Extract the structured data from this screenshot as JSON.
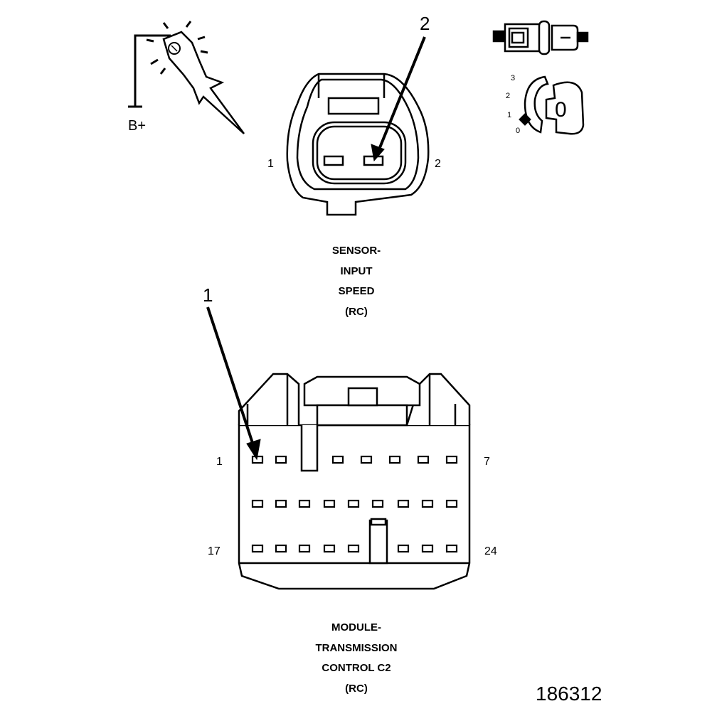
{
  "probe_icon": {
    "name": "test-light-probe-icon",
    "label": "B+"
  },
  "ignition_icons": {
    "connector_name": "disconnect-connector-icon",
    "key_name": "ignition-key-switch-icon",
    "positions": [
      "3",
      "2",
      "1",
      "0"
    ],
    "key_label": "0"
  },
  "sensor_connector": {
    "callout": "2",
    "pin_left": "1",
    "pin_right": "2",
    "caption": [
      "SENSOR-",
      "INPUT",
      "SPEED",
      "(RC)"
    ]
  },
  "module_connector": {
    "callout": "1",
    "pin_top_left": "1",
    "pin_top_right": "7",
    "pin_bottom_left": "17",
    "pin_bottom_right": "24",
    "caption": [
      "MODULE-",
      "TRANSMISSION",
      "CONTROL C2",
      "(RC)"
    ]
  },
  "figure_id": "186312"
}
